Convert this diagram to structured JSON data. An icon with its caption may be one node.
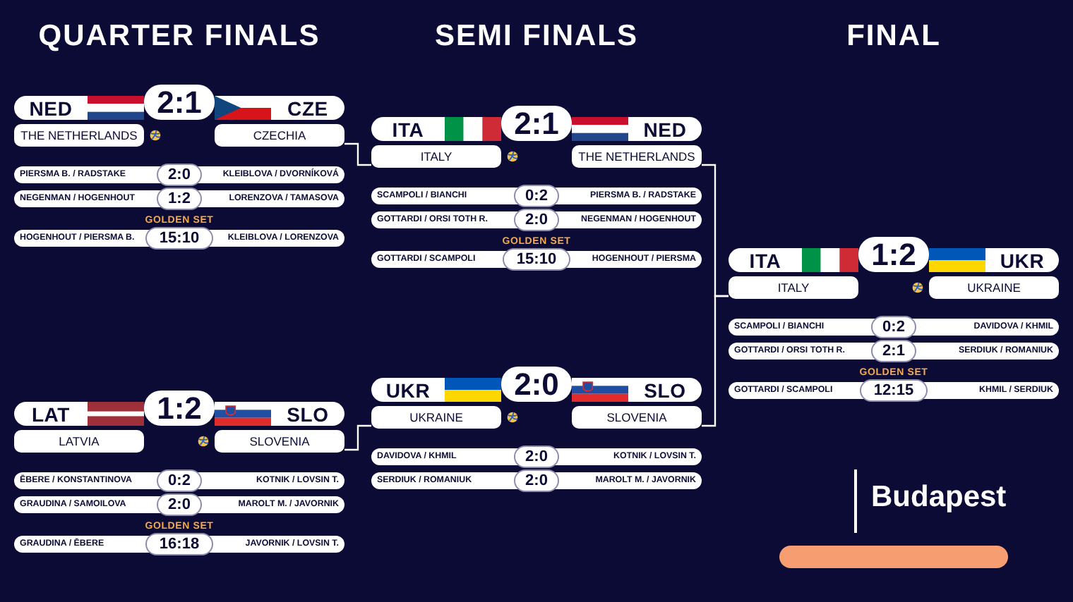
{
  "diagram": {
    "nodes": [
      {
        "text": [
          "NED"
        ]
      },
      {
        "text": [
          "2:1"
        ]
      },
      {
        "text": [
          "CZE"
        ]
      },
      {
        "text": [
          "THE NETHERLANDS"
        ]
      },
      {
        "text": [
          "CZECHIA"
        ]
      },
      {
        "text": [
          "PIERSMA B. / RADSTAKE",
          "KLEIBLOVA / DVORNÍKOVÁ"
        ]
      },
      {
        "text": [
          "2:0"
        ]
      },
      {
        "text": [
          "NEGENMAN / HOGENHOUT",
          "LORENZOVA / TAMASOVA"
        ]
      },
      {
        "text": [
          "1:2"
        ]
      },
      {
        "text": [
          "HOGENHOUT / PIERSMA B.",
          "KLEIBLOVA / LORENZOVA"
        ]
      },
      {
        "text": [
          "15:10"
        ]
      },
      {
        "text": [
          "LAT"
        ]
      },
      {
        "text": [
          "1:2"
        ]
      },
      {
        "text": [
          "SLO"
        ]
      },
      {
        "text": [
          "LATVIA"
        ]
      },
      {
        "text": [
          "SLOVENIA"
        ]
      },
      {
        "text": [
          "ĒBERE / KONSTANTINOVA",
          "KOTNIK / LOVSIN T."
        ]
      },
      {
        "text": [
          "0:2"
        ]
      },
      {
        "text": [
          "GRAUDINA / SAMOILOVA",
          "MAROLT M. / JAVORNIK"
        ]
      },
      {
        "text": [
          "2:0"
        ]
      },
      {
        "text": [
          "GRAUDINA / ĒBERE",
          "JAVORNIK / LOVSIN T."
        ]
      },
      {
        "text": [
          "16:18"
        ]
      },
      {
        "text": [
          "ITA"
        ]
      },
      {
        "text": [
          "2:1"
        ]
      },
      {
        "text": [
          "NED"
        ]
      },
      {
        "text": [
          "ITALY"
        ]
      },
      {
        "text": [
          "THE NETHERLANDS"
        ]
      },
      {
        "text": [
          "SCAMPOLI / BIANCHI",
          "PIERSMA B. / RADSTAKE"
        ]
      },
      {
        "text": [
          "0:2"
        ]
      },
      {
        "text": [
          "GOTTARDI / ORSI TOTH R.",
          "NEGENMAN / HOGENHOUT"
        ]
      },
      {
        "text": [
          "2:0"
        ]
      },
      {
        "text": [
          "GOTTARDI / SCAMPOLI",
          "HOGENHOUT / PIERSMA"
        ]
      },
      {
        "text": [
          "15:10"
        ]
      },
      {
        "text": [
          "UKR"
        ]
      },
      {
        "text": [
          "2:0"
        ]
      },
      {
        "text": [
          "SLO"
        ]
      },
      {
        "text": [
          "UKRAINE"
        ]
      },
      {
        "text": [
          "SLOVENIA"
        ]
      },
      {
        "text": [
          "DAVIDOVA / KHMIL",
          "KOTNIK / LOVSIN T."
        ]
      },
      {
        "text": [
          "2:0"
        ]
      },
      {
        "text": [
          "SERDIUK / ROMANIUK",
          "MAROLT M. / JAVORNIK"
        ]
      },
      {
        "text": [
          "2:0"
        ]
      },
      {
        "text": [
          "ITA"
        ]
      },
      {
        "text": [
          "1:2"
        ]
      },
      {
        "text": [
          "UKR"
        ]
      },
      {
        "text": [
          "ITALY"
        ]
      },
      {
        "text": [
          "UKRAINE"
        ]
      },
      {
        "text": [
          "SCAMPOLI / BIANCHI",
          "DAVIDOVA / KHMIL"
        ]
      },
      {
        "text": [
          "0:2"
        ]
      },
      {
        "text": [
          "GOTTARDI / ORSI TOTH R.",
          "SERDIUK / ROMANIUK"
        ]
      },
      {
        "text": [
          "2:1"
        ]
      },
      {
        "text": [
          "GOTTARDI / SCAMPOLI",
          "KHMIL / SERDIUK"
        ]
      },
      {
        "text": [
          "12:15"
        ]
      }
    ],
    "edges": [
      {
        "from": 4,
        "to": 25,
        "arrow": "none"
      },
      {
        "from": 15,
        "to": 36,
        "arrow": "none"
      },
      {
        "from": 26,
        "to": 45,
        "arrow": "none"
      },
      {
        "from": 37,
        "to": 45,
        "arrow": "none"
      }
    ],
    "labels": [
      "QUARTER FINALS",
      "SEMI FINALS",
      "FINAL",
      "GOLDEN SET",
      "GOLDEN SET",
      "GOLDEN SET",
      "GOLDEN SET",
      "Budapest"
    ]
  }
}
